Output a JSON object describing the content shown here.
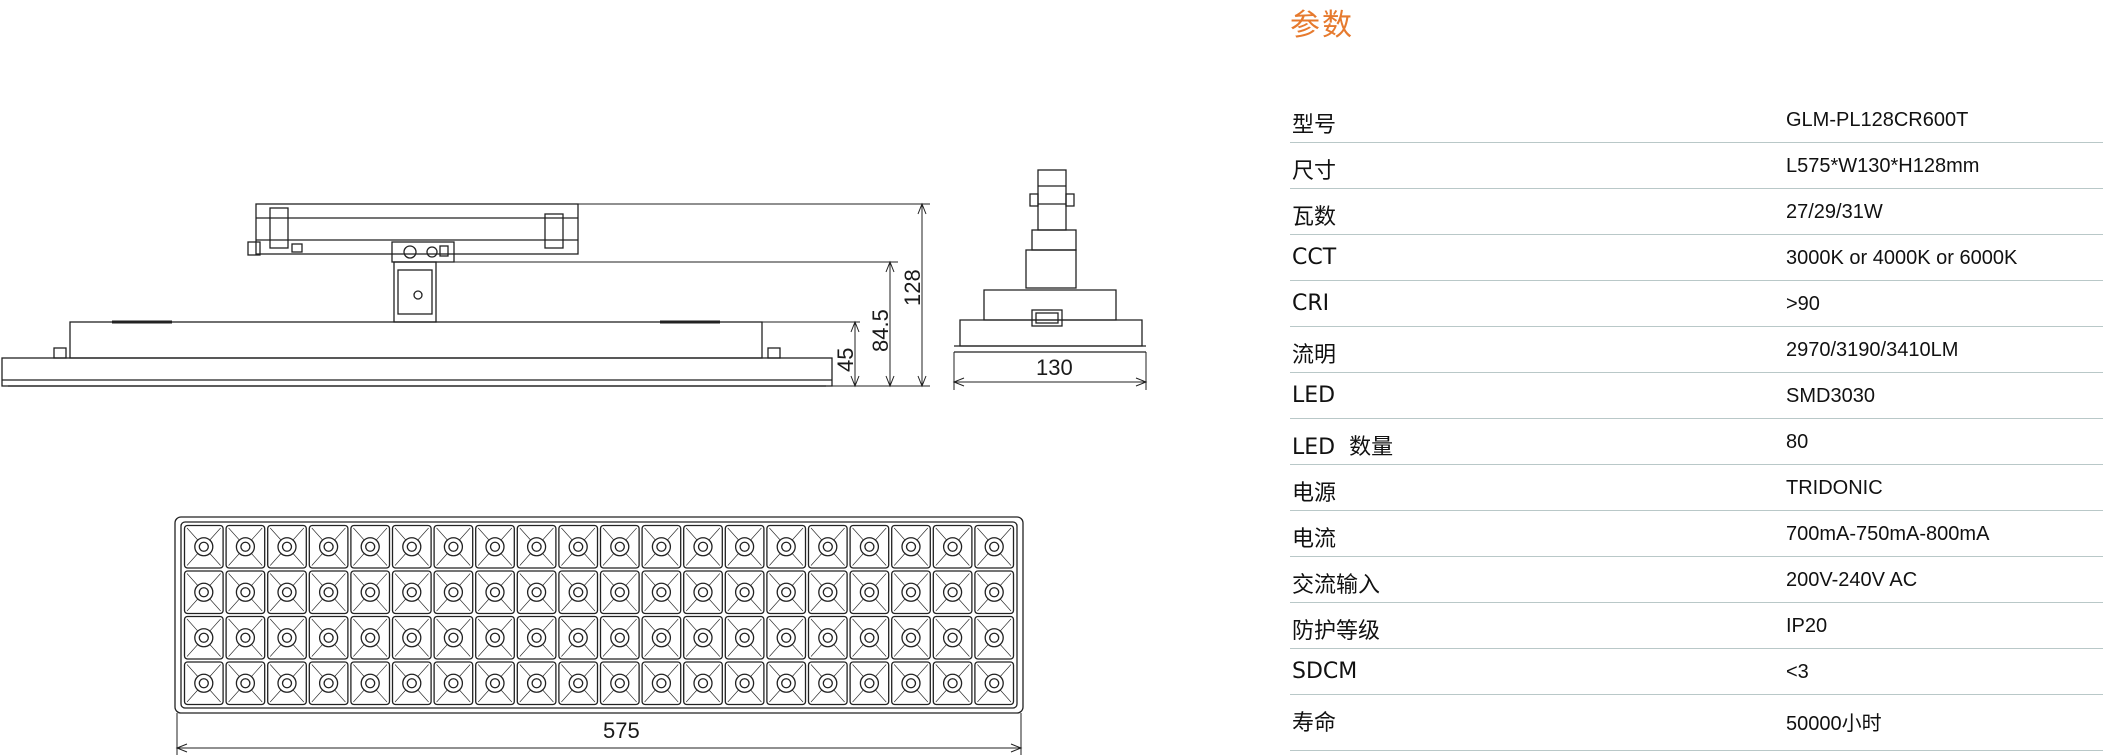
{
  "heading": "参数",
  "dimensions": {
    "length": "575",
    "width": "130",
    "height_total": "128",
    "height_mid": "84.5",
    "height_body": "45"
  },
  "specs": [
    {
      "key": "型号",
      "value": "GLM-PL128CR600T"
    },
    {
      "key": "尺寸",
      "value": "L575*W130*H128mm"
    },
    {
      "key": "瓦数",
      "value": "27/29/31W"
    },
    {
      "key": "CCT",
      "value": "3000K or 4000K or 6000K"
    },
    {
      "key": "CRI",
      "value": ">90"
    },
    {
      "key": "流明",
      "value": "2970/3190/3410LM"
    },
    {
      "key": "LED",
      "value": "SMD3030"
    },
    {
      "key": "LED  数量",
      "value": "80"
    },
    {
      "key": "电源",
      "value": "TRIDONIC"
    },
    {
      "key": "电流",
      "value": "700mA-750mA-800mA"
    },
    {
      "key": "交流输入",
      "value": "200V-240V AC"
    },
    {
      "key": "防护等级",
      "value": "IP20"
    },
    {
      "key": "SDCM",
      "value": "<3"
    },
    {
      "key": "寿命",
      "value": "50000小时"
    }
  ],
  "led_grid": {
    "rows": 4,
    "cols": 20
  }
}
